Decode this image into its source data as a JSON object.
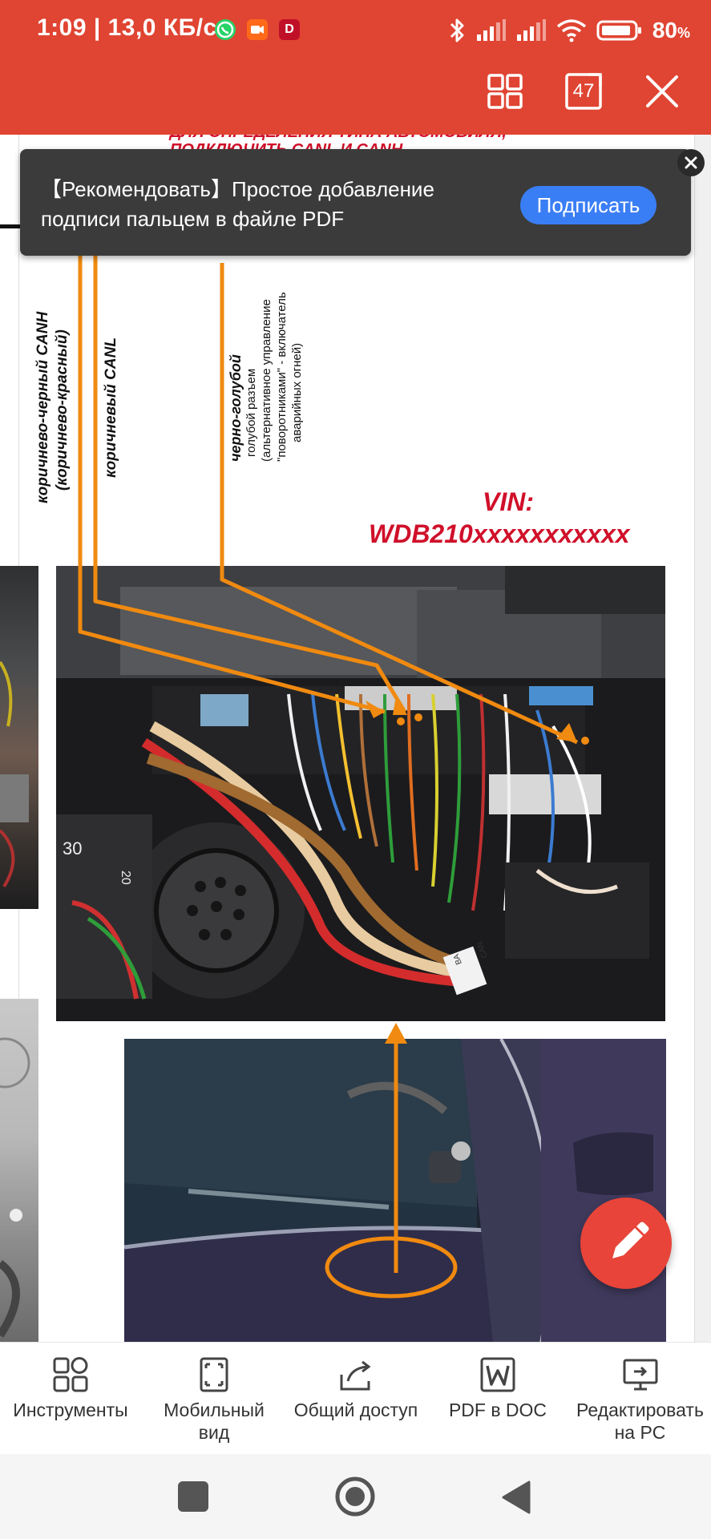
{
  "status_bar": {
    "time": "1:09 | 13,0 КБ/с",
    "battery": "80",
    "battery_unit": "%",
    "notification_icons": [
      "whatsapp-icon",
      "camera-icon",
      "app-d-icon"
    ],
    "d_letter": "D"
  },
  "toolbar": {
    "page_count": "47",
    "icons": [
      "grid-icon",
      "page-count-icon",
      "close-icon"
    ]
  },
  "toast": {
    "text": "【Рекомендовать】Простое добавление подписи пальцем в файле PDF",
    "button": "Подписать"
  },
  "document": {
    "top_red_line1": "ДЛЯ ОПРЕДЕЛЕНИЯ ТИПА АВТОМОБИЛЯ,",
    "top_red_line2": "ПОДКЛЮЧИТЬ CANL И CANH",
    "label1_a": "коричнево-черный CANH",
    "label1_b": "(коричнево-красный)",
    "label2": "коричневый CANL",
    "label3_a": "черно-голубой",
    "label3_b": "голубой разъем",
    "label3_c": "(альтернативное управление",
    "label3_d": "\"поворотниками\" - включатель",
    "label3_e": "аварийных огней)",
    "vin_label": "VIN:",
    "vin_value": "WDB210xxxxxxxxxxx",
    "photo_marks": [
      "30",
      "20",
      "CAN",
      "BA"
    ]
  },
  "bottom_tools": [
    {
      "label": "Инструменты",
      "icon": "tools-icon"
    },
    {
      "label": "Мобильный вид",
      "icon": "mobile-view-icon"
    },
    {
      "label": "Общий доступ",
      "icon": "share-icon"
    },
    {
      "label": "PDF в DOC",
      "icon": "pdf-to-doc-icon"
    },
    {
      "label": "Редактировать на PC",
      "icon": "edit-on-pc-icon"
    }
  ],
  "nav": [
    "recents-button",
    "home-button",
    "back-button"
  ],
  "colors": {
    "toolbar": "#e04432",
    "accent_button": "#3a7ef5",
    "fab": "#e84439",
    "annotation_orange": "#f08a10",
    "doc_red": "#d0102a"
  }
}
